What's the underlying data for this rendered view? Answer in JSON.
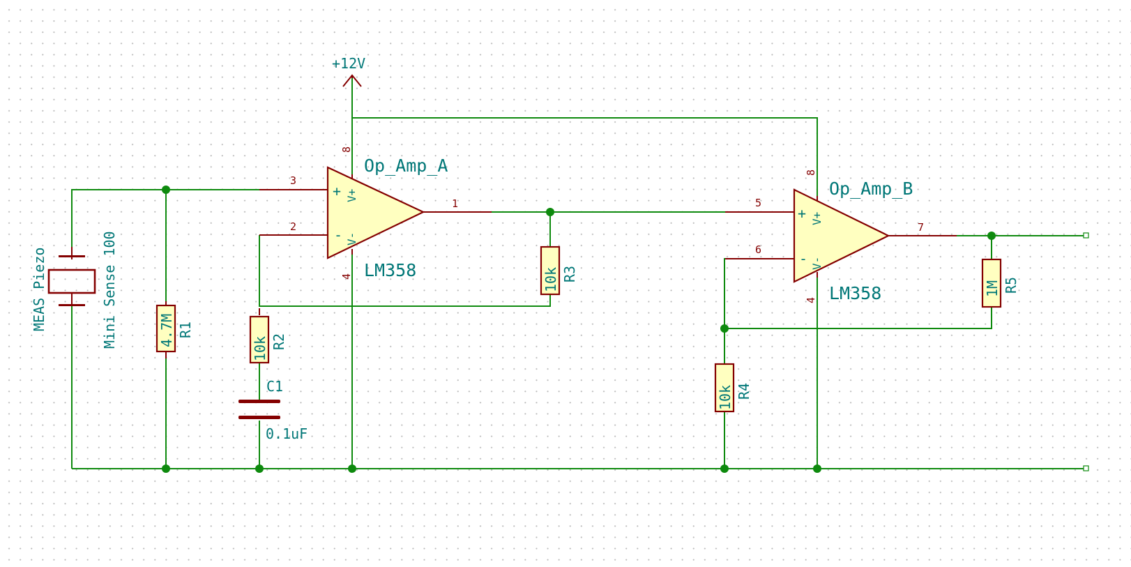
{
  "power": {
    "label": "+12V"
  },
  "op_amp_a": {
    "ref": "Op_Amp_A",
    "value": "LM358",
    "pins": {
      "noninv": "3",
      "inv": "2",
      "out": "1",
      "vplus": "8",
      "vminus": "4"
    },
    "marks": {
      "plus": "+",
      "minus": "-",
      "vplus": "V+",
      "vminus": "V-"
    }
  },
  "op_amp_b": {
    "ref": "Op_Amp_B",
    "value": "LM358",
    "pins": {
      "noninv": "5",
      "inv": "6",
      "out": "7",
      "vplus": "8",
      "vminus": "4"
    },
    "marks": {
      "plus": "+",
      "minus": "-",
      "vplus": "V+",
      "vminus": "V-"
    }
  },
  "piezo": {
    "label_1": "MEAS Piezo",
    "label_2": "Mini Sense 100"
  },
  "r1": {
    "ref": "R1",
    "value": "4.7M"
  },
  "r2": {
    "ref": "R2",
    "value": "10k"
  },
  "r3": {
    "ref": "R3",
    "value": "10k"
  },
  "r4": {
    "ref": "R4",
    "value": "10k"
  },
  "r5": {
    "ref": "R5",
    "value": "1M"
  },
  "c1": {
    "ref": "C1",
    "value": "0.1uF"
  },
  "colors": {
    "wire": "#0e8a0e",
    "component_outline": "#840000",
    "component_fill": "#ffffc0",
    "label_text": "#007777",
    "pin_number_text": "#840000"
  }
}
